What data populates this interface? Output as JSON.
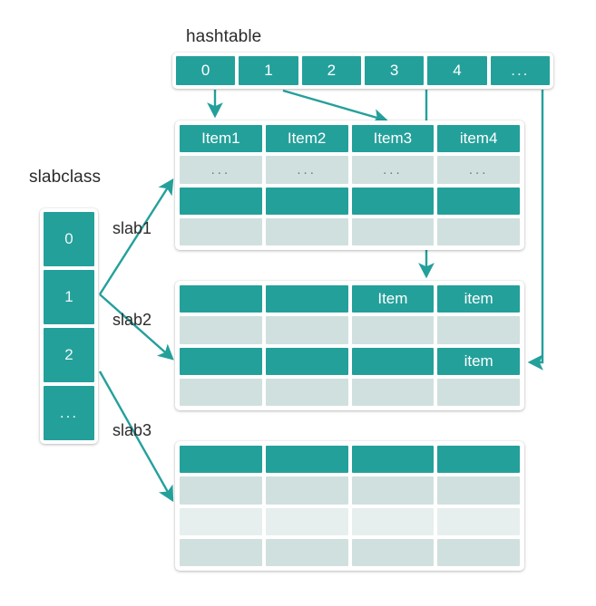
{
  "labels": {
    "hashtable": "hashtable",
    "slabclass": "slabclass",
    "slab1": "slab1",
    "slab2": "slab2",
    "slab3": "slab3"
  },
  "colors": {
    "teal": "#24a09b",
    "light_cell": "#d0e0de",
    "pale_cell": "#e6efee",
    "text": "#2b2b2b",
    "background": "#ffffff"
  },
  "hashtable": {
    "cells": [
      "0",
      "1",
      "2",
      "3",
      "4",
      "..."
    ]
  },
  "slabclass": {
    "cells": [
      "0",
      "1",
      "2",
      "..."
    ]
  },
  "tables": [
    {
      "id": "slab1-table",
      "rows": [
        {
          "style": "teal",
          "cells": [
            "Item1",
            "Item2",
            "Item3",
            "item4"
          ]
        },
        {
          "style": "light",
          "cells": [
            "...",
            "...",
            "...",
            "..."
          ]
        },
        {
          "style": "teal",
          "cells": [
            "",
            "",
            "",
            ""
          ]
        },
        {
          "style": "light",
          "cells": [
            "",
            "",
            "",
            ""
          ]
        }
      ]
    },
    {
      "id": "slab2-table",
      "rows": [
        {
          "style": "teal",
          "cells": [
            "",
            "",
            "Item",
            "item"
          ]
        },
        {
          "style": "light",
          "cells": [
            "",
            "",
            "",
            ""
          ]
        },
        {
          "style": "teal",
          "cells": [
            "",
            "",
            "",
            "item"
          ]
        },
        {
          "style": "light",
          "cells": [
            "",
            "",
            "",
            ""
          ]
        }
      ]
    },
    {
      "id": "slab3-table",
      "rows": [
        {
          "style": "teal",
          "cells": [
            "",
            "",
            "",
            ""
          ]
        },
        {
          "style": "light",
          "cells": [
            "",
            "",
            "",
            ""
          ]
        },
        {
          "style": "pale",
          "cells": [
            "",
            "",
            "",
            ""
          ]
        },
        {
          "style": "light",
          "cells": [
            "",
            "",
            "",
            ""
          ]
        }
      ]
    }
  ],
  "connectors": [
    {
      "name": "hash0-to-item1",
      "from": "hashtable.0",
      "to": "slab1-table.Item1"
    },
    {
      "name": "hash1-to-item3",
      "from": "hashtable.1",
      "to": "slab1-table.Item3"
    },
    {
      "name": "hash3-to-slab2-item",
      "from": "hashtable.3",
      "to": "slab2-table.Item"
    },
    {
      "name": "hashn-to-slab2-item",
      "from": "hashtable....",
      "to": "slab2-table.item"
    },
    {
      "name": "slab1-arrow",
      "from": "slabclass.1",
      "to": "slab1-table"
    },
    {
      "name": "slab2-arrow",
      "from": "slabclass.1",
      "to": "slab2-table"
    },
    {
      "name": "slab3-arrow",
      "from": "slabclass.2",
      "to": "slab3-table"
    }
  ]
}
